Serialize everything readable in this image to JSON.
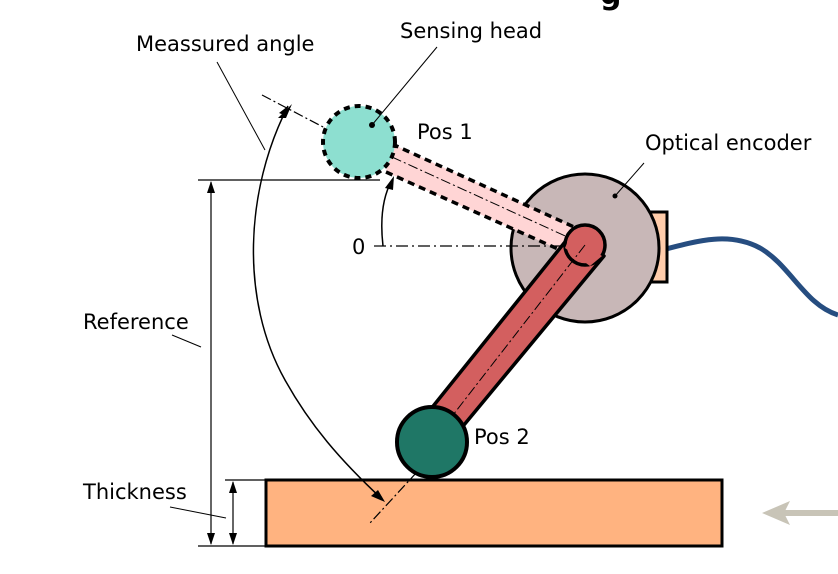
{
  "diagram": {
    "title_fragment": "g",
    "labels": {
      "measured_angle": "Meassured angle",
      "sensing_head": "Sensing head",
      "pos1": "Pos 1",
      "pos2": "Pos 2",
      "optical_encoder": "Optical encoder",
      "zero": "0",
      "reference": "Reference",
      "thickness": "Thickness"
    },
    "colors": {
      "sensing_head_pos1": "#8ddfd0",
      "sensing_head_pos2": "#1f7766",
      "arm_pos1": "#ffd5d5",
      "arm_pos2": "#d35f5f",
      "encoder_disc": "#c8b7b7",
      "connector": "#ffccaa",
      "cable": "#264d80",
      "plate": "#ffb380",
      "direction_arrow": "#c8c4b7",
      "outline": "#000000"
    }
  }
}
